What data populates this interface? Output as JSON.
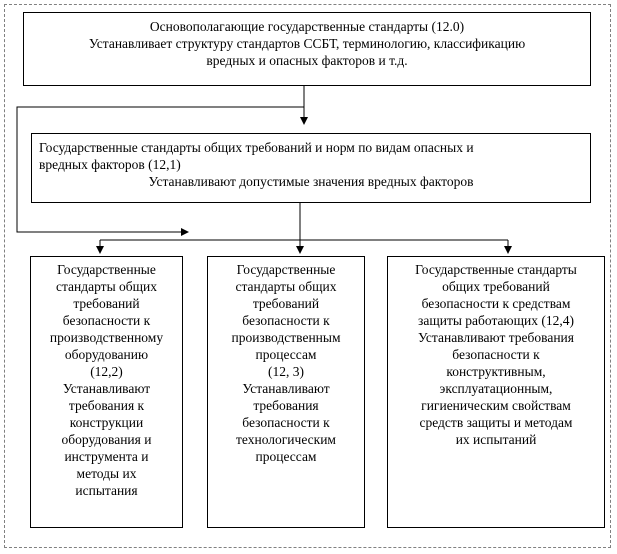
{
  "root": {
    "lines": [
      "Основополагающие государственные стандарты (12.0)",
      "Устанавливает структуру  стандартов ССБТ, терминологию, классификацию",
      "вредных и опасных факторов  и т.д."
    ]
  },
  "middle": {
    "lines": [
      "Государственные стандарты общих  требований и норм по видам опасных и",
      "вредных факторов  (12,1)",
      "Устанавливают допустимые значения вредных факторов"
    ]
  },
  "columns": [
    {
      "lines": [
        "Государственные",
        "стандарты общих",
        "требований",
        "безопасности к",
        "производственному",
        "оборудованию",
        "(12,2)",
        "Устанавливают",
        "требования к",
        "конструкции",
        "оборудования и",
        "инструмента и",
        "методы их",
        "испытания"
      ]
    },
    {
      "lines": [
        "Государственные",
        "стандарты общих",
        "требований",
        "безопасности к",
        "производственным",
        "процессам",
        "(12, 3)",
        "Устанавливают",
        "требования",
        "безопасности к",
        "технологическим",
        "процессам"
      ]
    },
    {
      "lines": [
        "Государственные стандарты",
        "общих требований",
        "безопасности к средствам",
        "защиты работающих  (12,4)",
        "Устанавливают требования",
        "безопасности к",
        "конструктивным,",
        "эксплуатационным,",
        "гигиеническим свойствам",
        "средств защиты и методам",
        "их испытаний"
      ]
    }
  ]
}
